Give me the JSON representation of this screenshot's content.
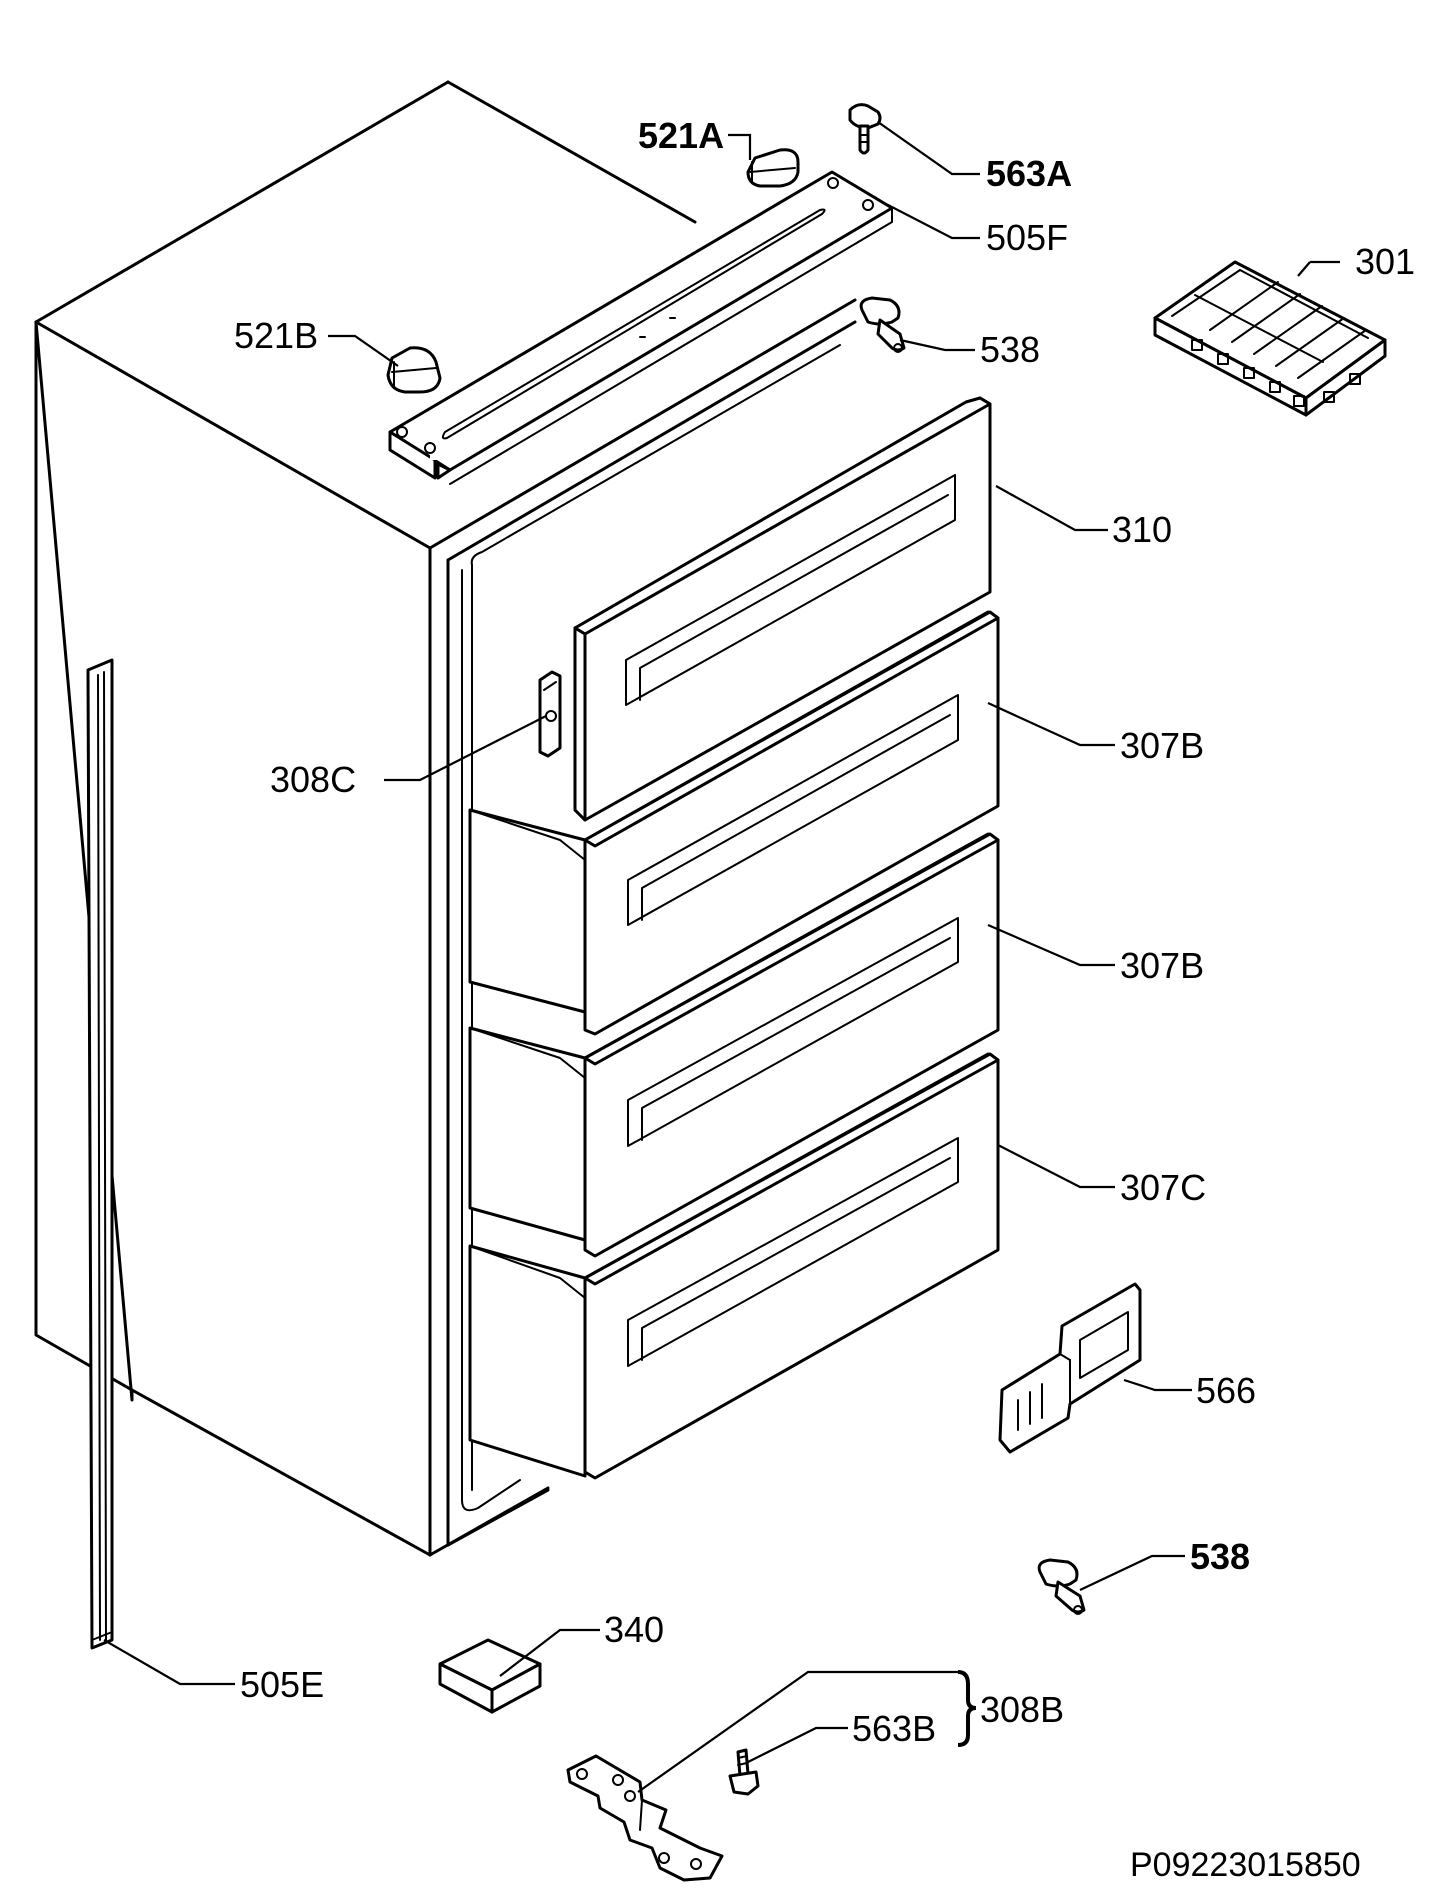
{
  "labels": {
    "l_521a": "521A",
    "l_563a": "563A",
    "l_505f": "505F",
    "l_301": "301",
    "l_521b": "521B",
    "l_538_top": "538",
    "l_310": "310",
    "l_307b_1": "307B",
    "l_308c": "308C",
    "l_307b_2": "307B",
    "l_307c": "307C",
    "l_566": "566",
    "l_538_bottom": "538",
    "l_340": "340",
    "l_505e": "505E",
    "l_308b": "308B",
    "l_563b": "563B"
  },
  "reference_code": "P09223015850"
}
